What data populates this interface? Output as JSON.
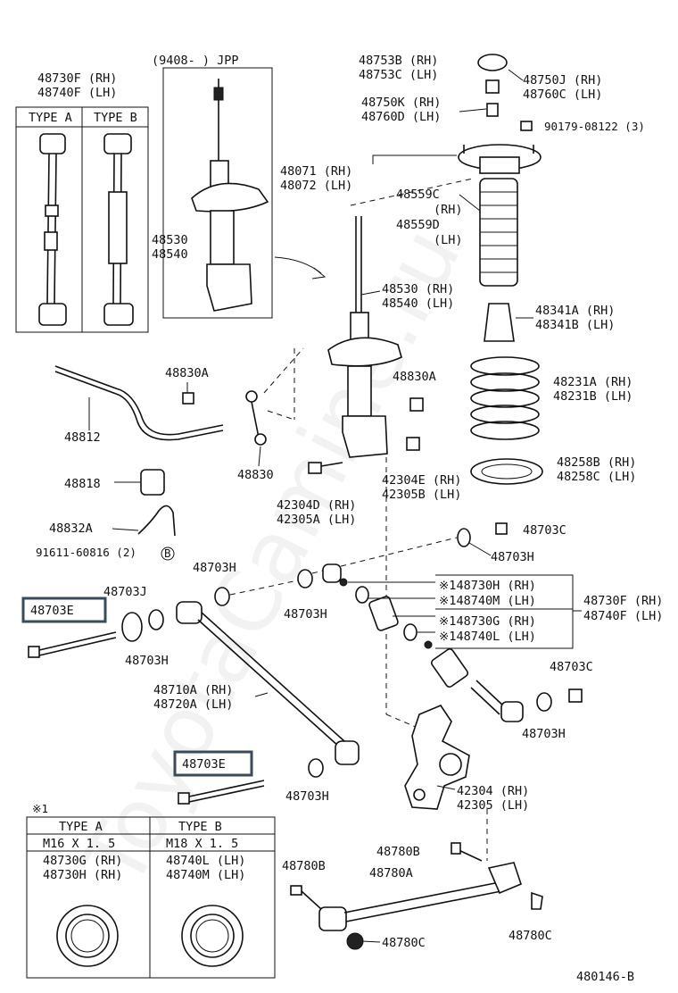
{
  "labels": {
    "jpp": "(9408-      ) JPP",
    "p48730f_top": "48730F (RH)",
    "p48740f_top": "48740F (LH)",
    "type_a": "TYPE A",
    "type_b": "TYPE B",
    "p48530_left": "48530",
    "p48540_left": "48540",
    "p48753b": "48753B (RH)",
    "p48753c": "48753C (LH)",
    "p48750j": "48750J (RH)",
    "p48760c": "48760C (LH)",
    "p48750k": "48750K (RH)",
    "p48760d": "48760D (LH)",
    "p90179": "90179-08122 (3)",
    "p48071": "48071 (RH)",
    "p48072": "48072 (LH)",
    "p48559c": "48559C",
    "p48559c_rh": "(RH)",
    "p48559d": "48559D",
    "p48559d_lh": "(LH)",
    "p48530_rh": "48530 (RH)",
    "p48540_lh": "48540 (LH)",
    "p48341a": "48341A (RH)",
    "p48341b": "48341B (LH)",
    "p48830a_1": "48830A",
    "p48830a_2": "48830A",
    "p48231a": "48231A (RH)",
    "p48231b": "48231B (LH)",
    "p48812": "48812",
    "p48830": "48830",
    "p48258b": "48258B (RH)",
    "p48258c": "48258C (LH)",
    "p48818": "48818",
    "p42304d": "42304D (RH)",
    "p42305a": "42305A (LH)",
    "p42304e": "42304E (RH)",
    "p42305b": "42305B (LH)",
    "p48832a": "48832A",
    "p91611": "91611-60816 (2)",
    "b_mark": "B",
    "p48703c_1": "48703C",
    "p48703h_1": "48703H",
    "p48703h_2": "48703H",
    "p48703j": "48703J",
    "p48703e_1": "48703E",
    "p48703h_3": "48703H",
    "p48730h": "※148730H (RH)",
    "p48740m": "※148740M (LH)",
    "p48730g": "※148730G (RH)",
    "p48740l": "※148740L (LH)",
    "p48730f_r": "48730F (RH)",
    "p48740f_r": "48740F (LH)",
    "p48703h_4": "48703H",
    "p48710a": "48710A (RH)",
    "p48720a": "48720A (LH)",
    "p48703c_2": "48703C",
    "p48703h_5": "48703H",
    "p48703e_2": "48703E",
    "p48703h_6": "48703H",
    "p42304": "42304 (RH)",
    "p42305": "42305 (LH)",
    "note1": "※1",
    "p48780b_1": "48780B",
    "p48780b_2": "48780B",
    "p48780a": "48780A",
    "p48780c_1": "48780C",
    "p48780c_2": "48780C",
    "diagram_id": "480146-B"
  },
  "table": {
    "headers": [
      "TYPE  A",
      "TYPE  B"
    ],
    "threads": [
      "M16  X  1. 5",
      "M18  X  1. 5"
    ],
    "a_parts": [
      "48730G (RH)",
      "48730H (RH)"
    ],
    "b_parts": [
      "48740L (LH)",
      "48740M (LH)"
    ]
  },
  "watermark": "ToyotaCamine.ru"
}
